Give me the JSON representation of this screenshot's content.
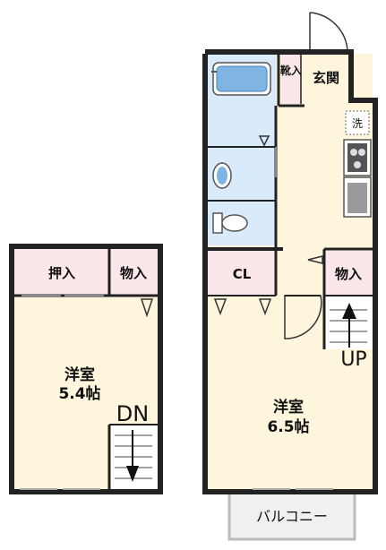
{
  "floor_plan": {
    "lower_floor": {
      "rooms": {
        "western_room": {
          "name": "洋室",
          "size": "5.4帖"
        },
        "closet_oshiire": "押入",
        "storage": "物入"
      },
      "stairs_label": "DN"
    },
    "upper_floor": {
      "rooms": {
        "entrance": "玄関",
        "shoe_box": "靴入",
        "washer": "洗",
        "closet": "CL",
        "storage": "物入",
        "western_room": {
          "name": "洋室",
          "size": "6.5帖"
        },
        "balcony": "バルコニー"
      },
      "stairs_label": "UP"
    },
    "colors": {
      "room_floor": "#fdf6dc",
      "wet_area": "#d9ebfa",
      "storage": "#fbe6ea",
      "wall": "#222222",
      "balcony": "#f0f0f0"
    }
  }
}
